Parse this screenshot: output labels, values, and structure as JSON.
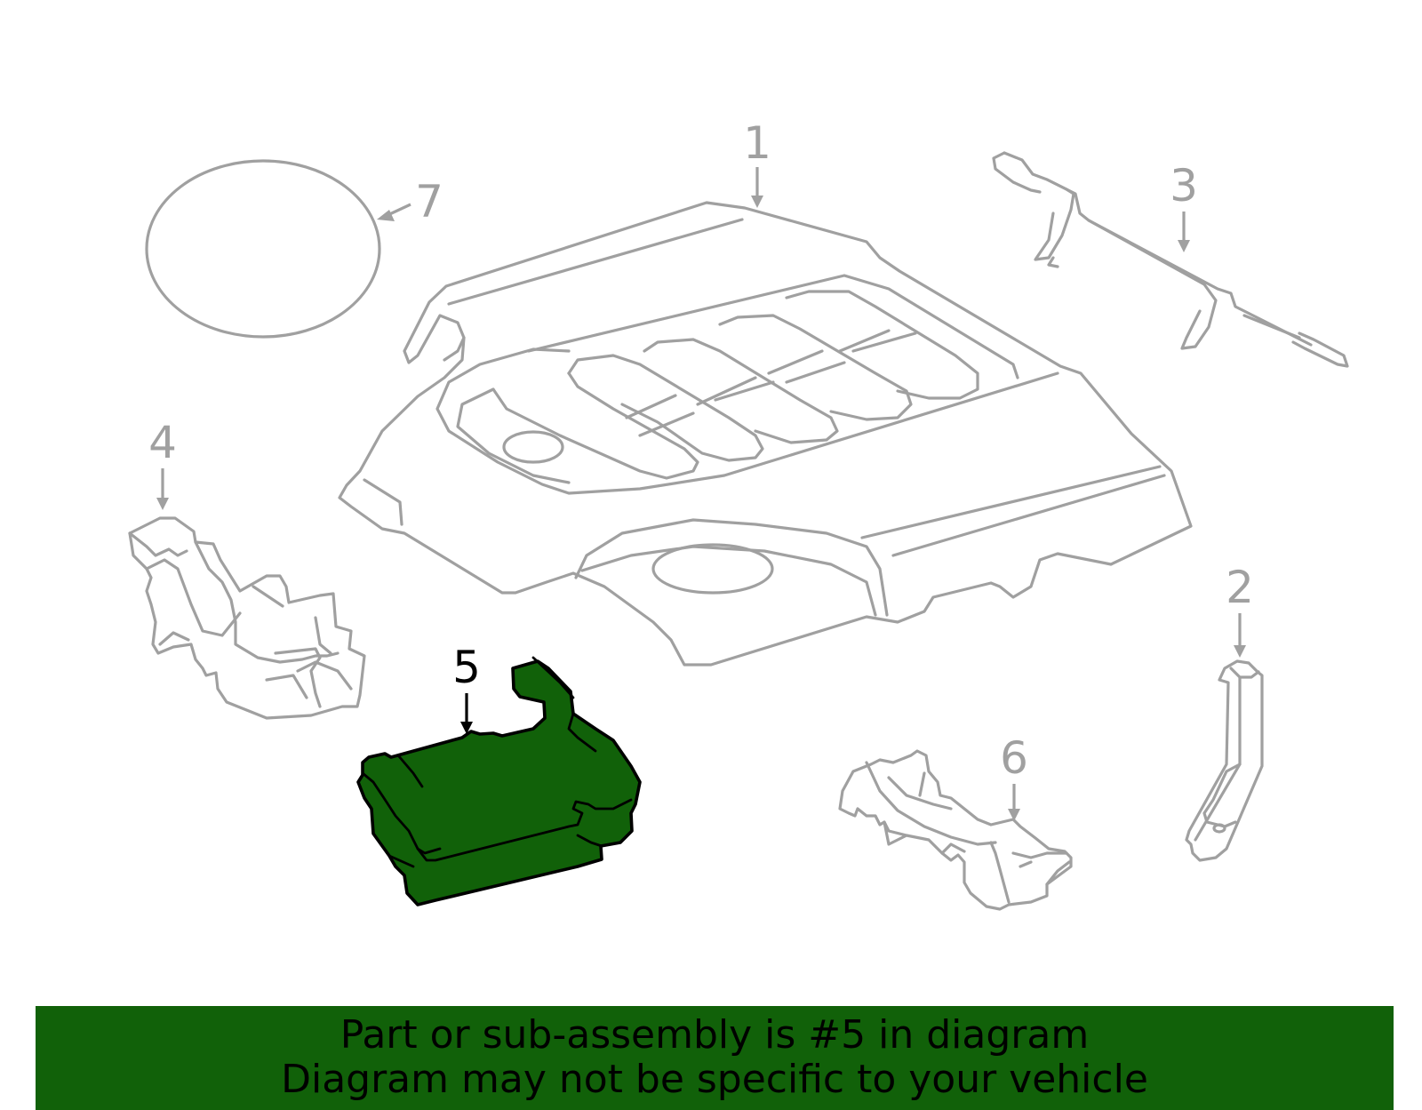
{
  "diagram": {
    "highlight_color": "#116109",
    "outline_color": "#a0a0a0",
    "highlighted_part": "5",
    "callouts": [
      {
        "id": "1",
        "label": "1"
      },
      {
        "id": "2",
        "label": "2"
      },
      {
        "id": "3",
        "label": "3"
      },
      {
        "id": "4",
        "label": "4"
      },
      {
        "id": "5",
        "label": "5"
      },
      {
        "id": "6",
        "label": "6"
      },
      {
        "id": "7",
        "label": "7"
      }
    ]
  },
  "banner": {
    "line1": "Part or sub-assembly is #5 in diagram",
    "line2": "Diagram may not be specific to your vehicle",
    "background": "#116109"
  }
}
